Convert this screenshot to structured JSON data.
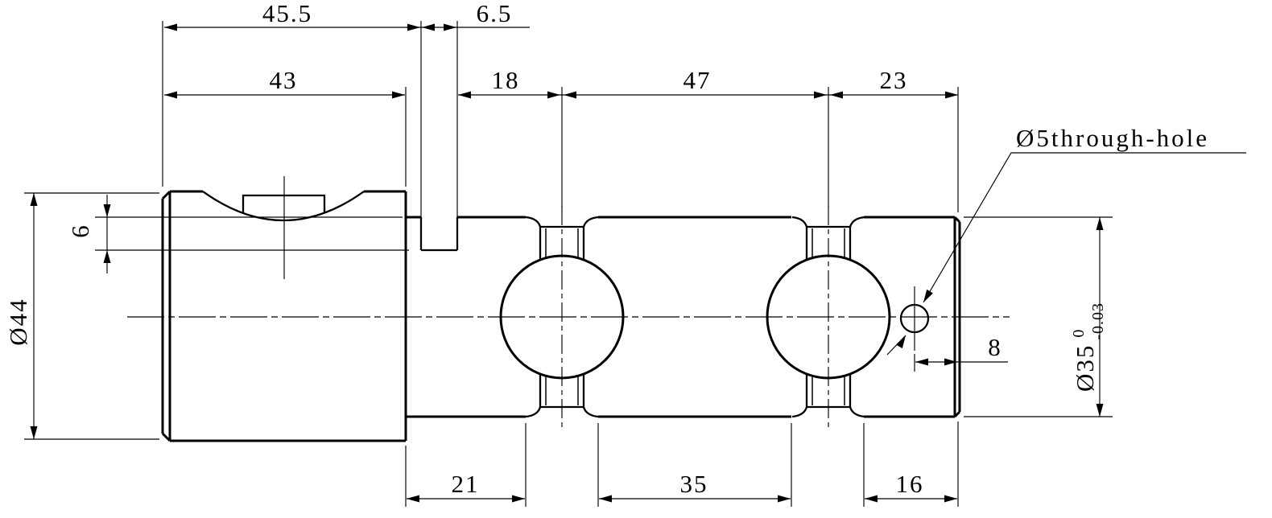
{
  "drawing": {
    "kind": "engineering-drawing-side-view",
    "part": "dual-shear-beam load cell shaft",
    "leader_note": "Ø5through-hole",
    "dimensions": {
      "length_top": [
        {
          "label": "45.5",
          "orientation": "horizontal",
          "measures": "left end to slot left wall"
        },
        {
          "label": "6.5",
          "orientation": "horizontal",
          "measures": "slot width"
        }
      ],
      "length_mid": [
        {
          "label": "43",
          "orientation": "horizontal",
          "measures": "left end to large-cylinder right face"
        },
        {
          "label": "18",
          "orientation": "horizontal",
          "measures": "slot right wall to first hole center"
        },
        {
          "label": "47",
          "orientation": "horizontal",
          "measures": "first hole center to second hole center"
        },
        {
          "label": "23",
          "orientation": "horizontal",
          "measures": "second hole center to right end"
        }
      ],
      "length_bottom": [
        {
          "label": "21",
          "orientation": "horizontal",
          "measures": "cylinder face to first groove shoulder"
        },
        {
          "label": "35",
          "orientation": "horizontal",
          "measures": "between groove shoulders"
        },
        {
          "label": "16",
          "orientation": "horizontal",
          "measures": "second groove shoulder to right end"
        }
      ],
      "flat_depth": {
        "label": "6",
        "orientation": "vertical",
        "measures": "shaft surface to slot bottom"
      },
      "hole_offset": {
        "label": "8",
        "orientation": "horizontal",
        "measures": "small hole center to right end"
      },
      "dia_left": {
        "label": "Ø44",
        "orientation": "vertical-rotated"
      },
      "dia_right": {
        "label": "Ø35",
        "tol_upper": "0",
        "tol_lower": "-0.03",
        "orientation": "vertical-rotated"
      }
    },
    "colors": {
      "line": "#000000",
      "background": "#ffffff"
    }
  }
}
